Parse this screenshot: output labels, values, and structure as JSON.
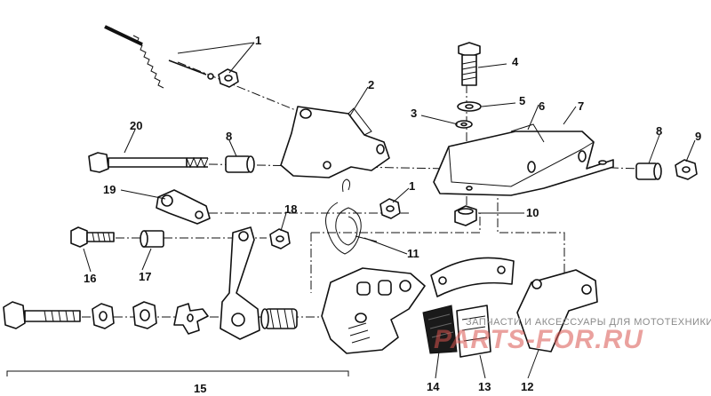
{
  "callouts": {
    "c1a": "1",
    "c1b": "1",
    "c2": "2",
    "c3": "3",
    "c4": "4",
    "c5": "5",
    "c6": "6",
    "c7": "7",
    "c8a": "8",
    "c8b": "8",
    "c9": "9",
    "c10": "10",
    "c11": "11",
    "c12": "12",
    "c13": "13",
    "c14": "14",
    "c15": "15",
    "c16": "16",
    "c17": "17",
    "c18": "18",
    "c19": "19",
    "c20": "20"
  },
  "watermark": {
    "caption": "ЗАПЧАСТИ И АКСЕССУАРЫ ДЛЯ МОТОТЕХНИКИ",
    "logo": "PARTS-FOR.RU"
  }
}
